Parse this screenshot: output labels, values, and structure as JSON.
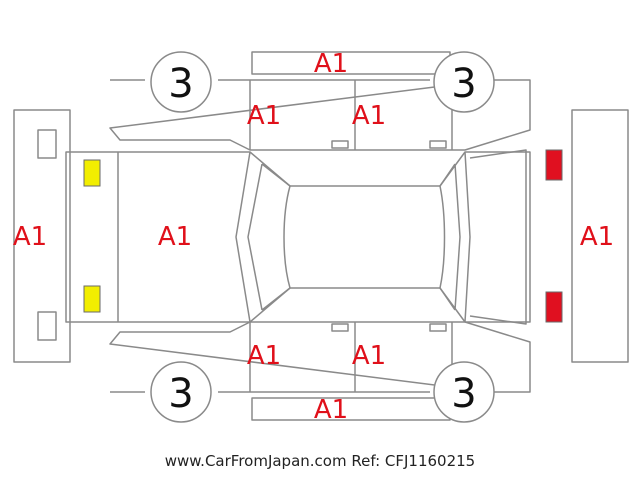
{
  "diagram": {
    "damage_labels": {
      "rear_bumper": "A1",
      "trunk": "A1",
      "roof_top": "A1",
      "rear_door_left_top": "A1",
      "front_door_left_top": "A1",
      "front_bumper": "A1",
      "rear_door_bottom": "A1",
      "front_door_bottom": "A1",
      "roof_bottom": "A1"
    },
    "wheel_grades": {
      "rear_left": "3",
      "front_left": "3",
      "rear_right": "3",
      "front_right": "3"
    },
    "lights": {
      "rear_color": "#f2ee00",
      "front_color": "#e01020"
    },
    "line_color": "#8a8a8a"
  },
  "footer": {
    "text": "www.CarFromJapan.com Ref: CFJ1160215"
  }
}
